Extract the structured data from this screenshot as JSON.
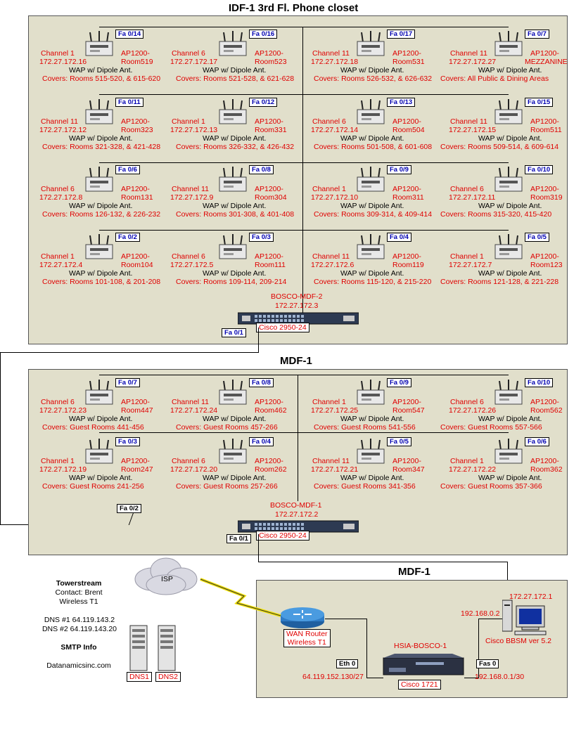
{
  "idf1": {
    "title": "IDF-1 3rd Fl. Phone closet",
    "switch": {
      "name": "BOSCO-MDF-2",
      "ip": "172.27.172.3",
      "model": "Cisco 2950-24",
      "uplink_port": "Fa 0/1"
    },
    "aps": [
      {
        "port": "Fa 0/14",
        "channel": "Channel 1",
        "ip": "172.27.172.16",
        "name1": "AP1200-",
        "name2": "Room519",
        "type": "WAP w/ Dipole Ant.",
        "covers": "Covers: Rooms 515-520, & 615-620"
      },
      {
        "port": "Fa 0/16",
        "channel": "Channel 6",
        "ip": "172.27.172.17",
        "name1": "AP1200-",
        "name2": "Room523",
        "type": "WAP w/ Dipole Ant.",
        "covers": "Covers: Rooms 521-528, & 621-628"
      },
      {
        "port": "Fa 0/17",
        "channel": "Channel 11",
        "ip": "172.27.172.18",
        "name1": "AP1200-",
        "name2": "Room531",
        "type": "WAP w/ Dipole Ant.",
        "covers": "Covers: Rooms 526-532, & 626-632"
      },
      {
        "port": "Fa 0/7",
        "channel": "Channel 11",
        "ip": "172.27.172.27",
        "name1": "AP1200-",
        "name2": "MEZZANINE",
        "type": "WAP w/ Dipole Ant.",
        "covers": "Covers: All Public & Dining Areas"
      },
      {
        "port": "Fa 0/11",
        "channel": "Channel 11",
        "ip": "172.27.172.12",
        "name1": "AP1200-",
        "name2": "Room323",
        "type": "WAP w/ Dipole Ant.",
        "covers": "Covers: Rooms 321-328, & 421-428"
      },
      {
        "port": "Fa 0/12",
        "channel": "Channel 1",
        "ip": "172.27.172.13",
        "name1": "AP1200-",
        "name2": "Room331",
        "type": "WAP w/ Dipole Ant.",
        "covers": "Covers: Rooms 326-332, & 426-432"
      },
      {
        "port": "Fa 0/13",
        "channel": "Channel 6",
        "ip": "172.27.172.14",
        "name1": "AP1200-",
        "name2": "Room504",
        "type": "WAP w/ Dipole Ant.",
        "covers": "Covers: Rooms 501-508, & 601-608"
      },
      {
        "port": "Fa 0/15",
        "channel": "Channel 11",
        "ip": "172.27.172.15",
        "name1": "AP1200-",
        "name2": "Room511",
        "type": "WAP w/ Dipole Ant.",
        "covers": "Covers: Rooms 509-514, & 609-614"
      },
      {
        "port": "Fa 0/6",
        "channel": "Channel 6",
        "ip": "172.27.172.8",
        "name1": "AP1200-",
        "name2": "Room131",
        "type": "WAP w/ Dipole Ant.",
        "covers": "Covers: Rooms 126-132, & 226-232"
      },
      {
        "port": "Fa 0/8",
        "channel": "Channel 11",
        "ip": "172.27.172.9",
        "name1": "AP1200-",
        "name2": "Room304",
        "type": "WAP w/ Dipole Ant.",
        "covers": "Covers: Rooms 301-308, & 401-408"
      },
      {
        "port": "Fa 0/9",
        "channel": "Channel 1",
        "ip": "172.27.172.10",
        "name1": "AP1200-",
        "name2": "Room311",
        "type": "WAP w/ Dipole Ant.",
        "covers": "Covers: Rooms 309-314, & 409-414"
      },
      {
        "port": "Fa 0/10",
        "channel": "Channel 6",
        "ip": "172.27.172.11",
        "name1": "AP1200-",
        "name2": "Room319",
        "type": "WAP w/ Dipole Ant.",
        "covers": "Covers: Rooms 315-320, 415-420"
      },
      {
        "port": "Fa 0/2",
        "channel": "Channel 1",
        "ip": "172.27.172.4",
        "name1": "AP1200-",
        "name2": "Room104",
        "type": "WAP w/ Dipole Ant.",
        "covers": "Covers: Rooms 101-108, & 201-208"
      },
      {
        "port": "Fa 0/3",
        "channel": "Channel 6",
        "ip": "172.27.172.5",
        "name1": "AP1200-",
        "name2": "Room111",
        "type": "WAP w/ Dipole Ant.",
        "covers": "Covers: Rooms 109-114, 209-214"
      },
      {
        "port": "Fa 0/4",
        "channel": "Channel 11",
        "ip": "172.27.172.6",
        "name1": "AP1200-",
        "name2": "Room119",
        "type": "WAP w/ Dipole Ant.",
        "covers": "Covers: Rooms 115-120, & 215-220"
      },
      {
        "port": "Fa 0/5",
        "channel": "Channel 1",
        "ip": "172.27.172.7",
        "name1": "AP1200-",
        "name2": "Room123",
        "type": "WAP w/ Dipole Ant.",
        "covers": "Covers: Rooms 121-128, & 221-228"
      }
    ]
  },
  "mdf1": {
    "title": "MDF-1",
    "switch": {
      "name": "BOSCO-MDF-1",
      "ip": "172.27.172.2",
      "model": "Cisco 2950-24",
      "uplink_port": "Fa 0/1",
      "idf_port": "Fa 0/2"
    },
    "aps": [
      {
        "port": "Fa 0/7",
        "channel": "Channel 6",
        "ip": "172.27.172.23",
        "name1": "AP1200-",
        "name2": "Room447",
        "type": "WAP w/ Dipole Ant.",
        "covers": "Covers: Guest Rooms 441-456"
      },
      {
        "port": "Fa 0/8",
        "channel": "Channel 11",
        "ip": "172.27.172.24",
        "name1": "AP1200-",
        "name2": "Room462",
        "type": "WAP w/ Dipole Ant.",
        "covers": "Covers: Guest Rooms 457-266"
      },
      {
        "port": "Fa 0/9",
        "channel": "Channel 1",
        "ip": "172.27.172.25",
        "name1": "AP1200-",
        "name2": "Room547",
        "type": "WAP w/ Dipole Ant.",
        "covers": "Covers: Guest Rooms 541-556"
      },
      {
        "port": "Fa 0/10",
        "channel": "Channel 6",
        "ip": "172.27.172.26",
        "name1": "AP1200-",
        "name2": "Room562",
        "type": "WAP w/ Dipole Ant.",
        "covers": "Covers: Guest Rooms 557-566"
      },
      {
        "port": "Fa 0/3",
        "channel": "Channel 1",
        "ip": "172.27.172.19",
        "name1": "AP1200-",
        "name2": "Room247",
        "type": "WAP w/ Dipole Ant.",
        "covers": "Covers: Guest Rooms 241-256"
      },
      {
        "port": "Fa 0/4",
        "channel": "Channel 6",
        "ip": "172.27.172.20",
        "name1": "AP1200-",
        "name2": "Room262",
        "type": "WAP w/ Dipole Ant.",
        "covers": "Covers: Guest Rooms 257-266"
      },
      {
        "port": "Fa 0/5",
        "channel": "Channel 11",
        "ip": "172.27.172.21",
        "name1": "AP1200-",
        "name2": "Room347",
        "type": "WAP w/ Dipole Ant.",
        "covers": "Covers: Guest Rooms 341-356"
      },
      {
        "port": "Fa 0/6",
        "channel": "Channel 1",
        "ip": "172.27.172.22",
        "name1": "AP1200-",
        "name2": "Room362",
        "type": "WAP w/ Dipole Ant.",
        "covers": "Covers: Guest Rooms 357-366"
      }
    ]
  },
  "mdf1_wan": {
    "title": "MDF-1",
    "router_label1": "WAN Router",
    "router_label2": "Wireless T1",
    "hsia_name": "HSIA-BOSCO-1",
    "hsia_model": "Cisco 1721",
    "eth_port": "Eth 0",
    "eth_ip": "64.119.152.130/27",
    "fas_port": "Fas 0",
    "fas_ip": "192.168.0.1/30",
    "bbsm_ip1": "172.27.172.1",
    "bbsm_ip2": "192.168.0.2",
    "bbsm_label": "Cisco BBSM ver 5.2"
  },
  "isp": {
    "cloud_label": "ISP",
    "provider": "Towerstream",
    "contact": "Contact: Brent",
    "service": "Wireless T1",
    "dns1": "DNS #1 64.119.143.2",
    "dns2": "DNS #2 64.119.143.20",
    "smtp_title": "SMTP Info",
    "smtp_host": "Datanamicsinc.com",
    "server1": "DNS1",
    "server2": "DNS2"
  },
  "colors": {
    "panel": "#e1dfcb",
    "label_red": "#e00000",
    "port_blue": "#0000b0"
  },
  "icons": {
    "ap": "wireless-ap-icon",
    "switch": "switch-icon",
    "router": "router-icon",
    "cloud": "cloud-icon",
    "lightning": "lightning-icon",
    "server": "server-icon",
    "workstation": "workstation-icon"
  }
}
